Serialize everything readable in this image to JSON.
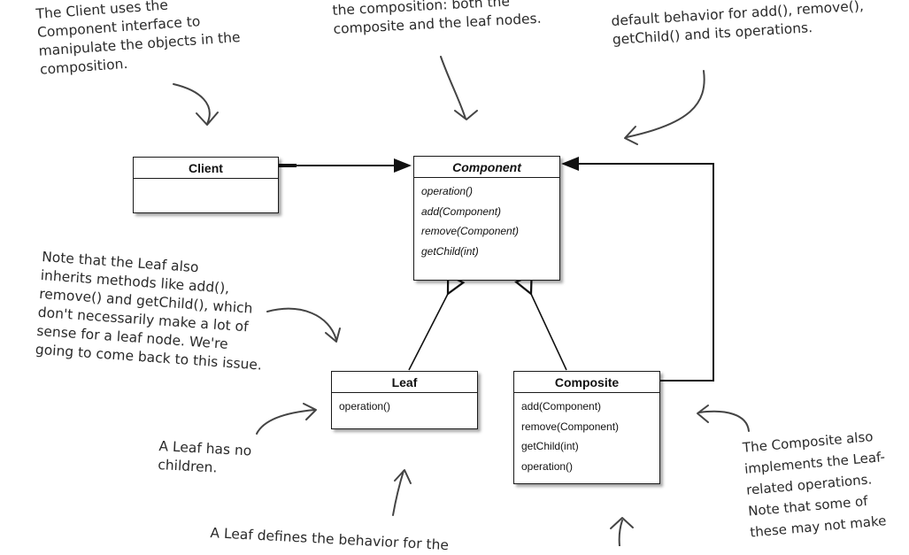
{
  "classes": {
    "client": {
      "name": "Client",
      "methods": []
    },
    "component": {
      "name": "Component",
      "methods": [
        "operation()",
        "add(Component)",
        "remove(Component)",
        "getChild(int)"
      ]
    },
    "leaf": {
      "name": "Leaf",
      "methods": [
        "operation()"
      ]
    },
    "composite": {
      "name": "Composite",
      "methods": [
        "add(Component)",
        "remove(Component)",
        "getChild(int)",
        "operation()"
      ]
    }
  },
  "notes": {
    "client_note": "The Client uses the\nComponent interface to\nmanipulate the objects in the\ncomposition.",
    "component_note": "the composition: both the\ncomposite and the leaf nodes.",
    "default_note": "default behavior for add(), remove(),\ngetChild() and its operations.",
    "leaf_inherits_note": "Note that the Leaf also\ninherits methods like add(),\nremove() and getChild(), which\ndon't necessarily make a lot of\nsense for a leaf node. We're\ngoing to come back to this issue.",
    "leaf_children_note": "A Leaf has no\nchildren.",
    "leaf_defines_note": "A Leaf defines the behavior for the",
    "composite_note": "The Composite also\nimplements the Leaf-\nrelated operations.\nNote that some of\nthese may not make"
  }
}
